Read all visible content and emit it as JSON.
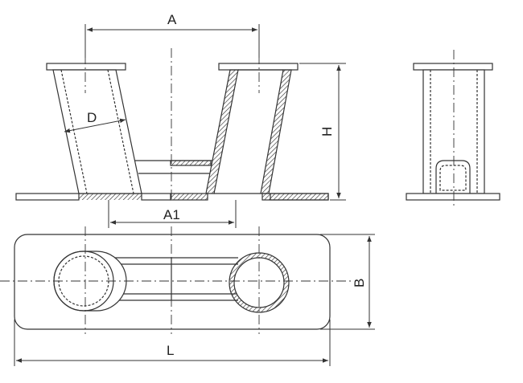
{
  "drawing": {
    "dimensions": {
      "A": "A",
      "A1": "A1",
      "D": "D",
      "H": "H",
      "B": "B",
      "L": "L"
    },
    "colors": {
      "line": "#333333",
      "background": "#ffffff"
    }
  }
}
